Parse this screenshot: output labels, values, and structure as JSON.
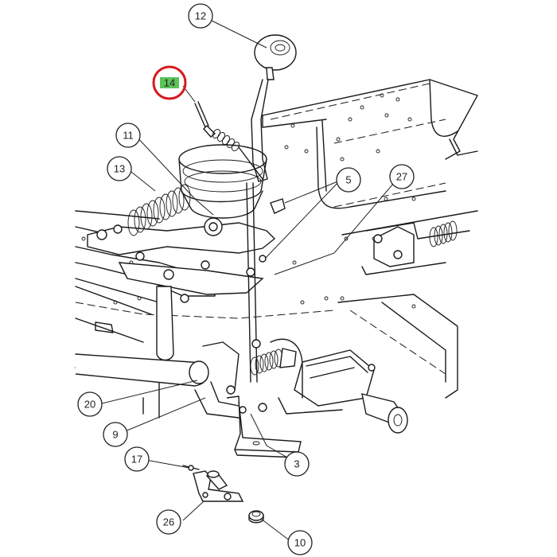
{
  "image_alt": "",
  "highlight": {
    "ring_color": "#d7191c",
    "box_color": "#5cc25a"
  },
  "callouts": [
    {
      "id": "12",
      "label": "12",
      "highlighted": false
    },
    {
      "id": "14",
      "label": "14",
      "highlighted": true
    },
    {
      "id": "11",
      "label": "11",
      "highlighted": false
    },
    {
      "id": "13",
      "label": "13",
      "highlighted": false
    },
    {
      "id": "5",
      "label": "5",
      "highlighted": false
    },
    {
      "id": "27",
      "label": "27",
      "highlighted": false
    },
    {
      "id": "20",
      "label": "20",
      "highlighted": false
    },
    {
      "id": "9",
      "label": "9",
      "highlighted": false
    },
    {
      "id": "17",
      "label": "17",
      "highlighted": false
    },
    {
      "id": "3",
      "label": "3",
      "highlighted": false
    },
    {
      "id": "26",
      "label": "26",
      "highlighted": false
    },
    {
      "id": "10",
      "label": "10",
      "highlighted": false
    }
  ]
}
